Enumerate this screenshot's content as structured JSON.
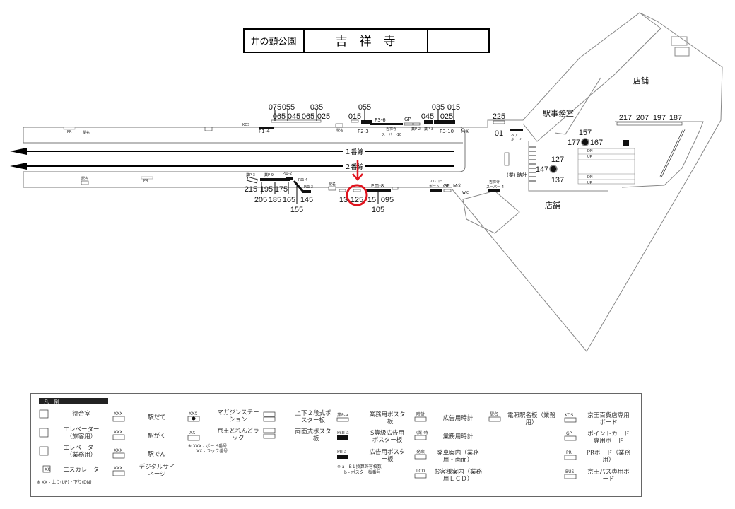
{
  "header": {
    "prev_station": "井の頭公園",
    "station": "吉　祥　寺",
    "next_station": ""
  },
  "tracks": {
    "track1": "１番線",
    "track2": "２番線"
  },
  "top_platform": {
    "numbers": [
      "075",
      "055",
      "065",
      "045",
      "065",
      "035",
      "025",
      "015",
      "055",
      "045",
      "035",
      "025",
      "015"
    ],
    "labels": [
      "KDS",
      "P1-4",
      "駅名",
      "P2-3",
      "P3-6",
      "吉祥寺",
      "スーパー-10",
      "GP",
      "業P-2",
      "業P-3",
      "P3-10",
      "M①",
      "PR",
      "駅名"
    ]
  },
  "bottom_platform": {
    "numbers": [
      "215",
      "195",
      "175",
      "205",
      "185",
      "165",
      "145",
      "155",
      "13",
      "125",
      "15",
      "095",
      "105"
    ],
    "labels": [
      "業P-3",
      "業P-9",
      "P皿-2",
      "P皿-4",
      "P皿-3",
      "駅名",
      "P皿-8",
      "フレコミ",
      "ボード",
      "GP",
      "M②",
      "駅名",
      "PR"
    ]
  },
  "concourse": {
    "numbers": [
      "225",
      "01",
      "217",
      "207",
      "197",
      "187",
      "157",
      "177",
      "167",
      "127",
      "147",
      "137"
    ],
    "labels": [
      "ペア",
      "ボード",
      "吉祥寺",
      "スーパー-4",
      "(業) 時計",
      "W.C",
      "DN",
      "UP"
    ],
    "rooms": [
      "駅事務室",
      "店舗",
      "店舗"
    ]
  },
  "highlight": {
    "target": "125",
    "color": "#e0141e"
  },
  "legend": {
    "title": "凡　例",
    "items": [
      {
        "code": "",
        "label": "待合室"
      },
      {
        "code": "",
        "label": "エレベーター（旅客用）"
      },
      {
        "code": "",
        "label": "エレベーター（業務用）"
      },
      {
        "code": "XX",
        "label": "エスカレーター"
      },
      {
        "code": "XXX",
        "label": "駅だて"
      },
      {
        "code": "XXX",
        "label": "駅がく"
      },
      {
        "code": "XXX",
        "label": "駅でん"
      },
      {
        "code": "XXX",
        "label": "デジタルサイネージ"
      },
      {
        "code": "XXX",
        "label": "マガジンステーション"
      },
      {
        "code": "XX",
        "label": "京王とれんどラック"
      },
      {
        "code": "",
        "label": "上下２段式ポスター板"
      },
      {
        "code": "",
        "label": "両面式ポスター板"
      },
      {
        "code": "業P-a",
        "label": "業務用ポスター板"
      },
      {
        "code": "PsⅢ-a",
        "label": "S等級広告用ポスター板"
      },
      {
        "code": "PⅢ-a",
        "label": "広告用ポスター板"
      },
      {
        "code": "時計",
        "label": "広告用時計"
      },
      {
        "code": "(業)時",
        "label": "業務用時計"
      },
      {
        "code": "発案",
        "label": "発車案内（業務用・両面）"
      },
      {
        "code": "LCD",
        "label": "お客様案内（業務用ＬＣＤ）"
      },
      {
        "code": "駅名",
        "label": "電照駅名板（業務用）"
      },
      {
        "code": "KDS",
        "label": "京王百貨店専用ボード"
      },
      {
        "code": "GP",
        "label": "ポイントカード専用ボード"
      },
      {
        "code": "PR",
        "label": "PRボード（業務用）"
      },
      {
        "code": "BUS",
        "label": "京王バス専用ボード"
      }
    ],
    "notes": {
      "escalator": "※ XX - 上り(UP)・下り(DN)",
      "board1": "※ XXX - ボード番号",
      "board2": "XX - ラック番号",
      "poster1": "※ a - B１換算許容枚数",
      "poster2": "b - ポスター板番号"
    }
  }
}
